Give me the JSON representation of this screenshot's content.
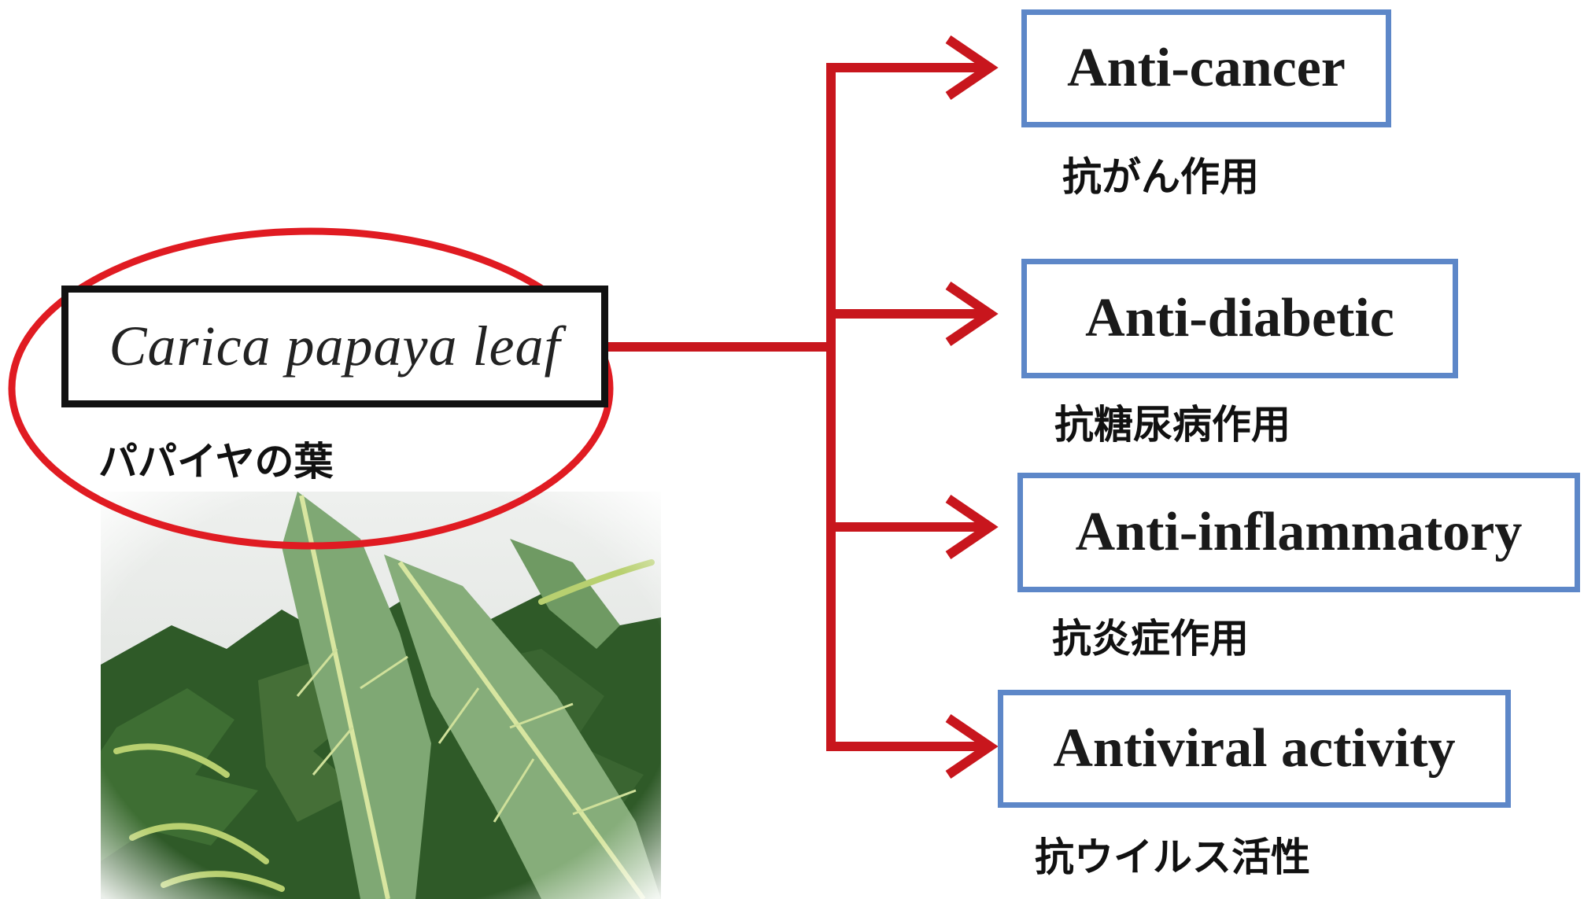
{
  "source": {
    "label": "Carica papaya leaf",
    "label_ja": "パパイヤの葉"
  },
  "effects": [
    {
      "label": "Anti-cancer",
      "label_ja": "抗がん作用"
    },
    {
      "label": "Anti-diabetic",
      "label_ja": "抗糖尿病作用"
    },
    {
      "label": "Anti-inflammatory",
      "label_ja": "抗炎症作用"
    },
    {
      "label": "Antiviral activity",
      "label_ja": "抗ウイルス活性"
    }
  ],
  "colors": {
    "arrow": "#c8161d",
    "highlight_ellipse": "#e01b22",
    "effect_box_border": "#5d87c8",
    "source_box_border": "#111111",
    "leaf_green": "#3f6b34"
  },
  "image": {
    "subject": "papaya-leaves-photo"
  }
}
